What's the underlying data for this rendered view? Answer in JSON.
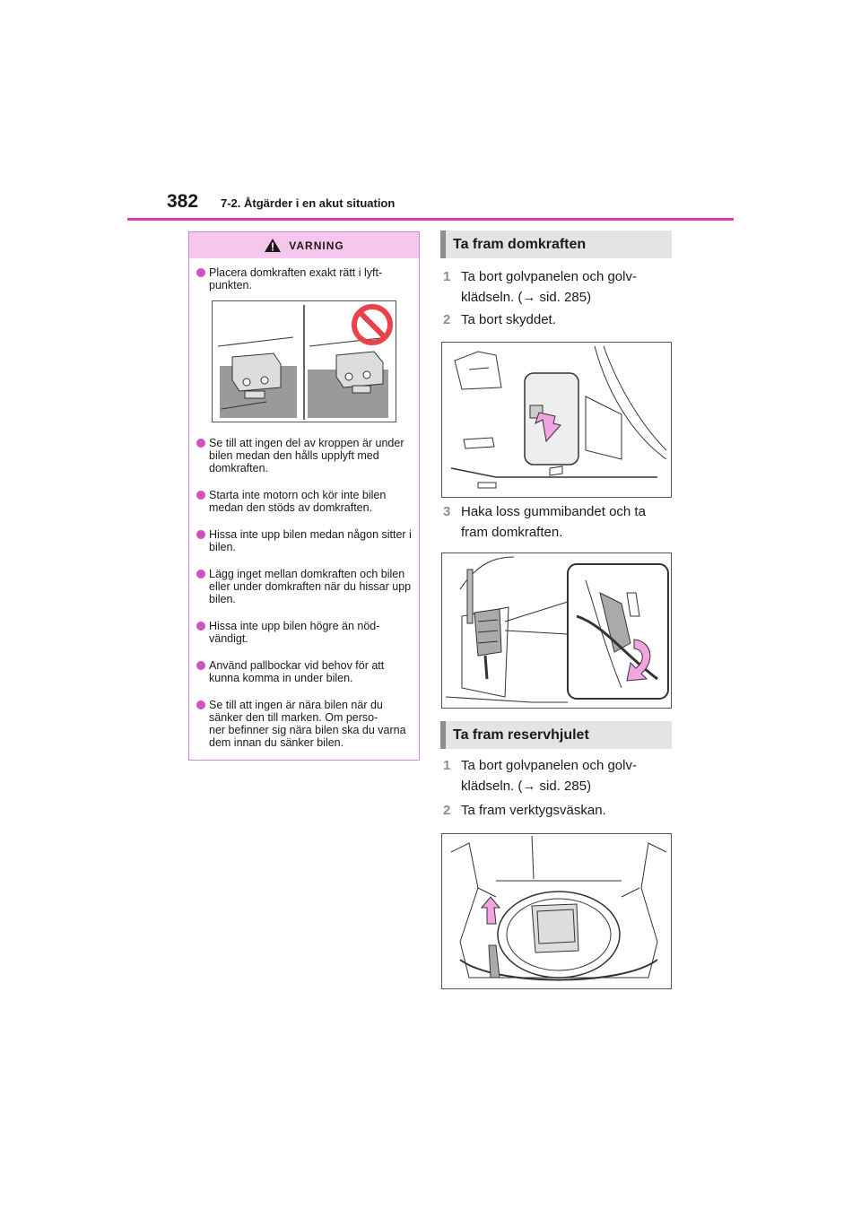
{
  "header": {
    "page_number": "382",
    "section": "7-2. Åtgärder i en akut situation"
  },
  "warning": {
    "title": "VARNING",
    "items": [
      "Placera domkraften exakt rätt i lyft-\npunkten.",
      "Se till att ingen del av kroppen är under bilen medan den hålls upplyft med domkraften.",
      "Starta inte motorn och kör inte bilen medan den stöds av domkraften.",
      "Hissa inte upp bilen medan någon sitter i bilen.",
      "Lägg inget mellan domkraften och bilen eller under domkraften när du hissar upp bilen.",
      "Hissa inte upp bilen högre än nöd-\nvändigt.",
      "Använd pallbockar vid behov för att kunna komma in under bilen.",
      "Se till att ingen är nära bilen när du sänker den till marken. Om perso-\nner befinner sig nära bilen ska du varna dem innan du sänker bilen."
    ]
  },
  "jack_section": {
    "title": "Ta fram domkraften",
    "steps": [
      {
        "num": "1",
        "text": "Ta bort golvpanelen och golv-\nklädseln. (→ sid. 285)"
      },
      {
        "num": "2",
        "text": "Ta bort skyddet."
      },
      {
        "num": "3",
        "text": "Haka loss gummibandet och ta\nfram domkraften."
      }
    ]
  },
  "spare_section": {
    "title": "Ta fram reservhjulet",
    "steps": [
      {
        "num": "1",
        "text": "Ta bort golvpanelen och golv-\nklädseln. (→ sid. 285)"
      },
      {
        "num": "2",
        "text": "Ta fram verktygsväskan."
      }
    ]
  },
  "colors": {
    "accent": "#d63fb2",
    "warning_bg": "#f7c6ed",
    "arrow_pink": "#f2a3e0",
    "prohibit_red": "#e8434d",
    "section_bg": "#e2e4e6"
  }
}
